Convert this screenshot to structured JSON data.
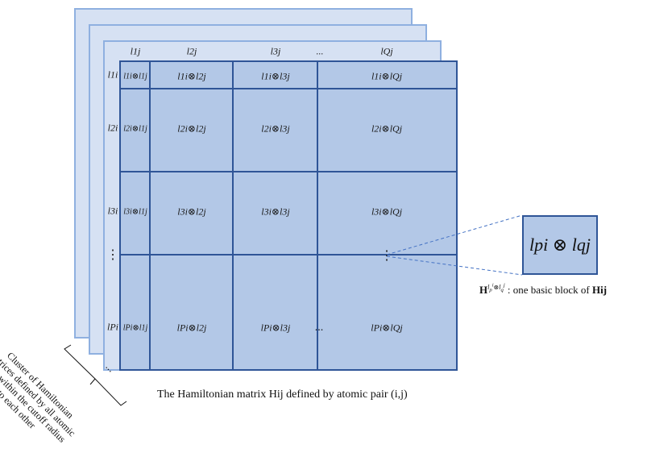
{
  "column_headers": [
    "l1j",
    "l2j",
    "l3j",
    "...",
    "lQj"
  ],
  "row_headers": [
    "l1i",
    "l2i",
    "l3i",
    "⋮",
    "lPi"
  ],
  "cells": [
    [
      "l1i⊗l1j",
      "l1i⊗l2j",
      "l1i⊗l3j",
      "l1i⊗lQj"
    ],
    [
      "l2i⊗l1j",
      "l2i⊗l2j",
      "l2i⊗l3j",
      "l2i⊗lQj"
    ],
    [
      "l3i⊗l1j",
      "l3i⊗l2j",
      "l3i⊗l3j",
      "l3i⊗lQj"
    ],
    [
      "lPi⊗l1j",
      "lPi⊗l2j",
      "lPi⊗l3j",
      "lPi⊗lQj"
    ]
  ],
  "bottom_dots": "...",
  "middle_vdots": "⋮",
  "zoom_block": "lpi ⊗ lqj",
  "zoom_caption_prefix": "H",
  "zoom_caption_text": ": one basic block of",
  "zoom_caption_suffix": "Hij",
  "matrix_caption": "The Hamiltonian matrix Hij defined by atomic pair (i,j)",
  "stack_dots": "...",
  "cluster_caption": "Cluster of Hamiltonian matrices defined by all atomic pairs within the cutoff radius to each other",
  "colors": {
    "layer_fill": "#d6e1f3",
    "layer_border": "#8fb0e0",
    "main_fill": "#b3c8e7",
    "grid_line": "#2f5597"
  }
}
